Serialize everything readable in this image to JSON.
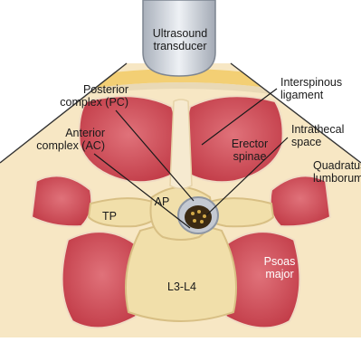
{
  "labels": {
    "transducer": [
      "Ultrasound",
      "transducer"
    ],
    "posterior_complex": [
      "Posterior",
      "complex (PC)"
    ],
    "anterior_complex": [
      "Anterior",
      "complex (AC)"
    ],
    "interspinous_ligament": [
      "Interspinous",
      "ligament"
    ],
    "intrathecal_space": [
      "Intrathecal",
      "space"
    ],
    "erector_spinae": [
      "Erector",
      "spinae"
    ],
    "quadratus_lumborum": [
      "Quadratus",
      "lumborum"
    ],
    "ap": "AP",
    "tp": "TP",
    "vertebra": "L3-L4",
    "psoas_major": [
      "Psoas",
      "major"
    ]
  },
  "colors": {
    "muscle": "#c8454f",
    "muscle_light": "#e07a80",
    "bone": "#f2e3b5",
    "bone_edge": "#d9c38a",
    "fat": "#f5d58a",
    "transducer": "#c9ced6",
    "canal": "#3a2a14"
  }
}
